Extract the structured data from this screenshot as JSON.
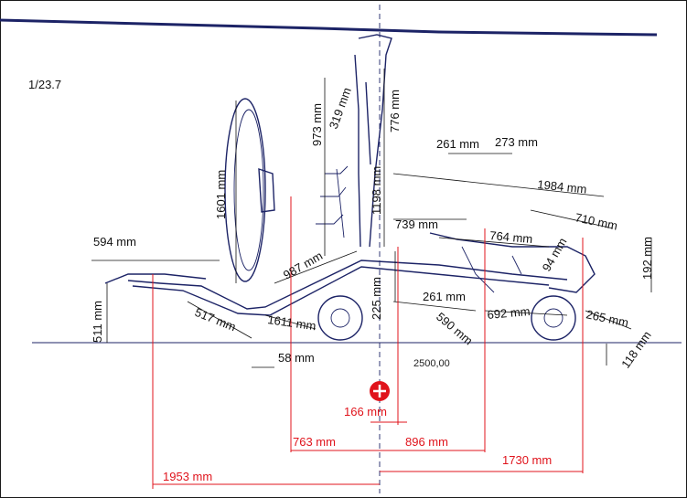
{
  "scale": "1/23.7",
  "dimensions": {
    "d594": "594 mm",
    "d511": "511 mm",
    "d517": "517 mm",
    "d1611": "1611 mm",
    "d58": "58 mm",
    "d1601": "1601 mm",
    "d987": "987 mm",
    "d973": "973 mm",
    "d319": "319 mm",
    "d776": "776 mm",
    "d1198": "1198 mm",
    "d225": "225 mm",
    "d739": "739 mm",
    "d261_top": "261 mm",
    "d273": "273 mm",
    "d1984": "1984 mm",
    "d710": "710 mm",
    "d764": "764 mm",
    "d94": "94 mm",
    "d192": "192 mm",
    "d261_mid": "261 mm",
    "d590": "590 mm",
    "d692": "692 mm",
    "d265": "265 mm",
    "d118": "118 mm",
    "wheelbase": "2500,00"
  },
  "cg_dimensions": {
    "d166": "166 mm",
    "d763": "763 mm",
    "d896": "896 mm",
    "d1953": "1953 mm",
    "d1730": "1730 mm"
  },
  "colors": {
    "frame": "#1c2366",
    "cg": "#e0141c",
    "dims": "#111111"
  }
}
